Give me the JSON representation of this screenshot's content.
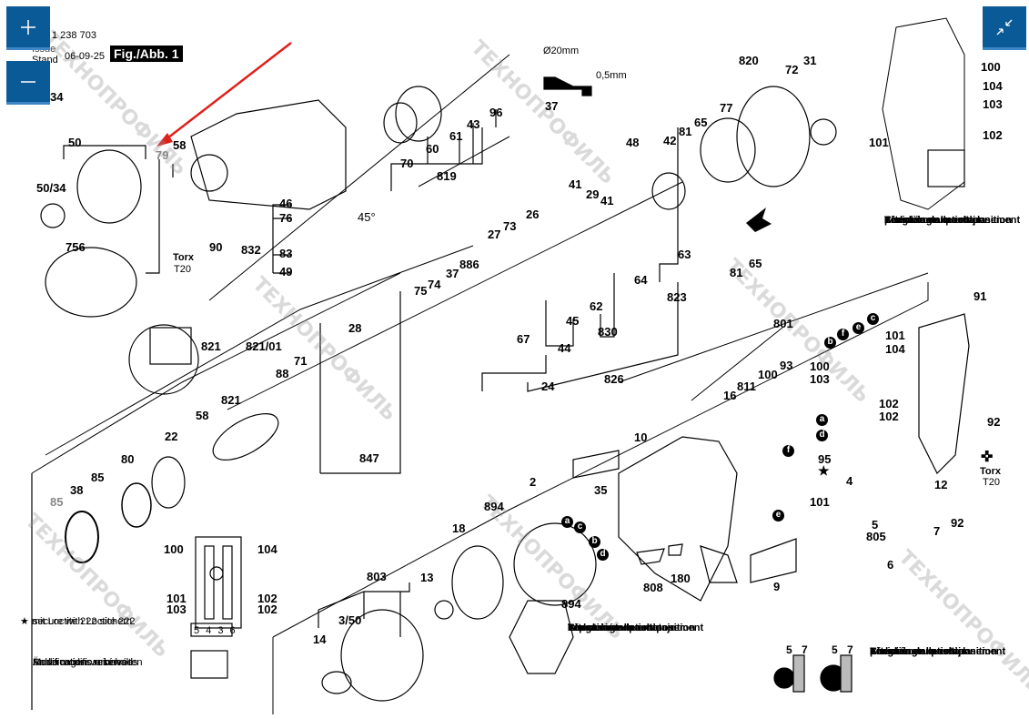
{
  "header": {
    "doc_number": "1 238 703",
    "issue_label": "Issue",
    "stand_label": "Stand",
    "date": "06-09-25",
    "figure_label": "Fig./Abb. 1"
  },
  "controls": {
    "zoom_in_icon": "plus-icon",
    "zoom_out_icon": "minus-icon",
    "fullscreen_exit_icon": "collapse-arrows-icon"
  },
  "annotation": {
    "arrow_color": "#e0201a",
    "highlighted_part": "79"
  },
  "colors": {
    "button_bg": "#0b5a98",
    "button_border": "#3e86c4"
  },
  "detail_note": {
    "diameter": "Ø20mm",
    "thickness": "0,5mm",
    "part": "37"
  },
  "part_labels": {
    "p34": "34",
    "p50": "50",
    "p50_34": "50/34",
    "p756": "756",
    "p79": "79",
    "p58a": "58",
    "p90": "90",
    "torx1": "Torx",
    "t20_1": "T20",
    "p832": "832",
    "p46": "46",
    "p76": "76",
    "p83": "83",
    "p49": "49",
    "p45deg": "45°",
    "p70": "70",
    "p60": "60",
    "p61": "61",
    "p43": "43",
    "p96": "96",
    "p819": "819",
    "p37": "37",
    "p820": "820",
    "p72": "72",
    "p31": "31",
    "p77": "77",
    "p65a": "65",
    "p81a": "81",
    "p42": "42",
    "p48": "48",
    "p41a": "41",
    "p29": "29",
    "p41b": "41",
    "p63": "63",
    "p64": "64",
    "p81b": "81",
    "p65b": "65",
    "p823": "823",
    "p26": "26",
    "p27": "27",
    "p73": "73",
    "p886": "886",
    "p37b": "37",
    "p74": "74",
    "p75": "75",
    "p62": "62",
    "p45": "45",
    "p830": "830",
    "p67": "67",
    "p44": "44",
    "p24": "24",
    "p826": "826",
    "p821": "821",
    "p821_01": "821/01",
    "p28": "28",
    "p88": "88",
    "p71": "71",
    "p821b": "821",
    "p58b": "58",
    "p22": "22",
    "p80": "80",
    "p85a": "85",
    "p38": "38",
    "p85b": "85",
    "p847": "847",
    "p100": "100",
    "p104": "104",
    "p103": "103",
    "p101": "101",
    "p102": "102",
    "p801": "801",
    "p91": "91",
    "p811": "811",
    "p16": "16",
    "p100b": "100",
    "p93": "93",
    "p100c": "100",
    "p103b": "103",
    "p101b": "101",
    "p104b": "104",
    "p102a": "102",
    "p102b": "102",
    "p95": "95",
    "p4": "4",
    "p12": "12",
    "p92a": "92",
    "torx2": "Torx",
    "t20_2": "T20",
    "p92b": "92",
    "p5": "5",
    "p805": "805",
    "p7": "7",
    "p6": "6",
    "p101c": "101",
    "p10": "10",
    "p2": "2",
    "p35": "35",
    "p894a": "894",
    "p894b": "894",
    "p18": "18",
    "p808": "808",
    "p180": "180",
    "p9": "9",
    "p803": "803",
    "p13": "13",
    "p3_50": "3/50",
    "p14": "14",
    "w100": "100",
    "w104": "104",
    "w101": "101",
    "w103": "103",
    "w102a": "102",
    "w102b": "102",
    "term": "5 4 3 6",
    "p5r": "5",
    "p7r": "7",
    "p5r2": "5",
    "p7r2": "7"
  },
  "wire_markers": [
    "a",
    "b",
    "c",
    "d",
    "e",
    "f"
  ],
  "notes": {
    "install_position": [
      "Einbaulage beachten",
      "Check installation position",
      "Attention au positionnement",
      "Téngase en cuenta la",
      "posición de montaje"
    ],
    "install_position_mid": [
      "Einbaulage beachten",
      "Check installation position",
      "Attention au positionnement",
      "Téngase en cuenta",
      "la posición de montaje"
    ],
    "loctite": [
      "★ mit Loctite 222 sichern",
      "secure with Loctite 222"
    ],
    "modifications": [
      "Änderungen vorbehalten",
      "Modifications reserved",
      "Modifications resérvées",
      "Salvo modificaciones"
    ]
  },
  "watermark_text": "ТЕХНОПРОФИЛЬ"
}
